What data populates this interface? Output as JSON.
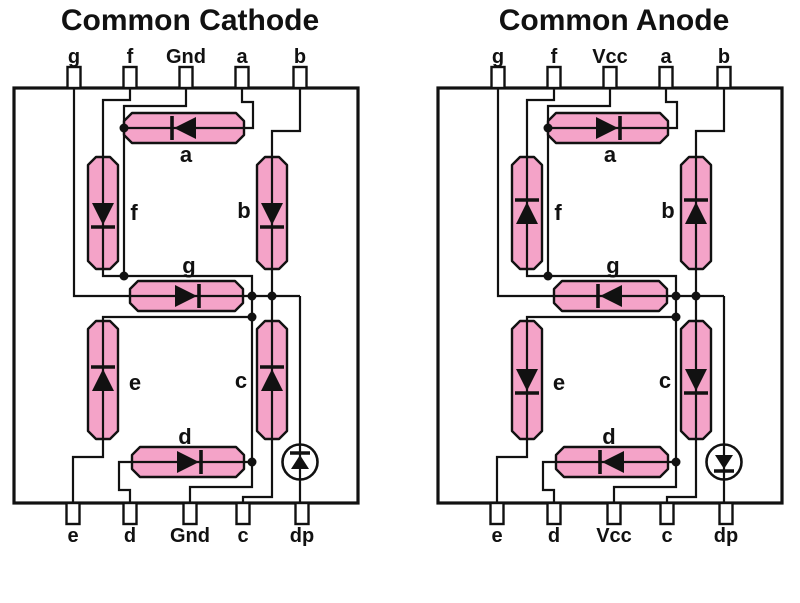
{
  "colors": {
    "background": "#FFFFFF",
    "line": "#111111",
    "segment_fill": "#F4A3C8"
  },
  "diagrams": [
    {
      "id": "common-cathode",
      "title": "Common Cathode",
      "common_label": "Gnd",
      "pins_top": [
        "g",
        "f",
        "Gnd",
        "a",
        "b"
      ],
      "pins_bottom": [
        "e",
        "d",
        "Gnd",
        "c",
        "dp"
      ],
      "segment_labels": {
        "a": "a",
        "f": "f",
        "b": "b",
        "g": "g",
        "e": "e",
        "c": "c",
        "d": "d"
      }
    },
    {
      "id": "common-anode",
      "title": "Common Anode",
      "common_label": "Vcc",
      "pins_top": [
        "g",
        "f",
        "Vcc",
        "a",
        "b"
      ],
      "pins_bottom": [
        "e",
        "d",
        "Vcc",
        "c",
        "dp"
      ],
      "segment_labels": {
        "a": "a",
        "f": "f",
        "b": "b",
        "g": "g",
        "e": "e",
        "c": "c",
        "d": "d"
      }
    }
  ]
}
